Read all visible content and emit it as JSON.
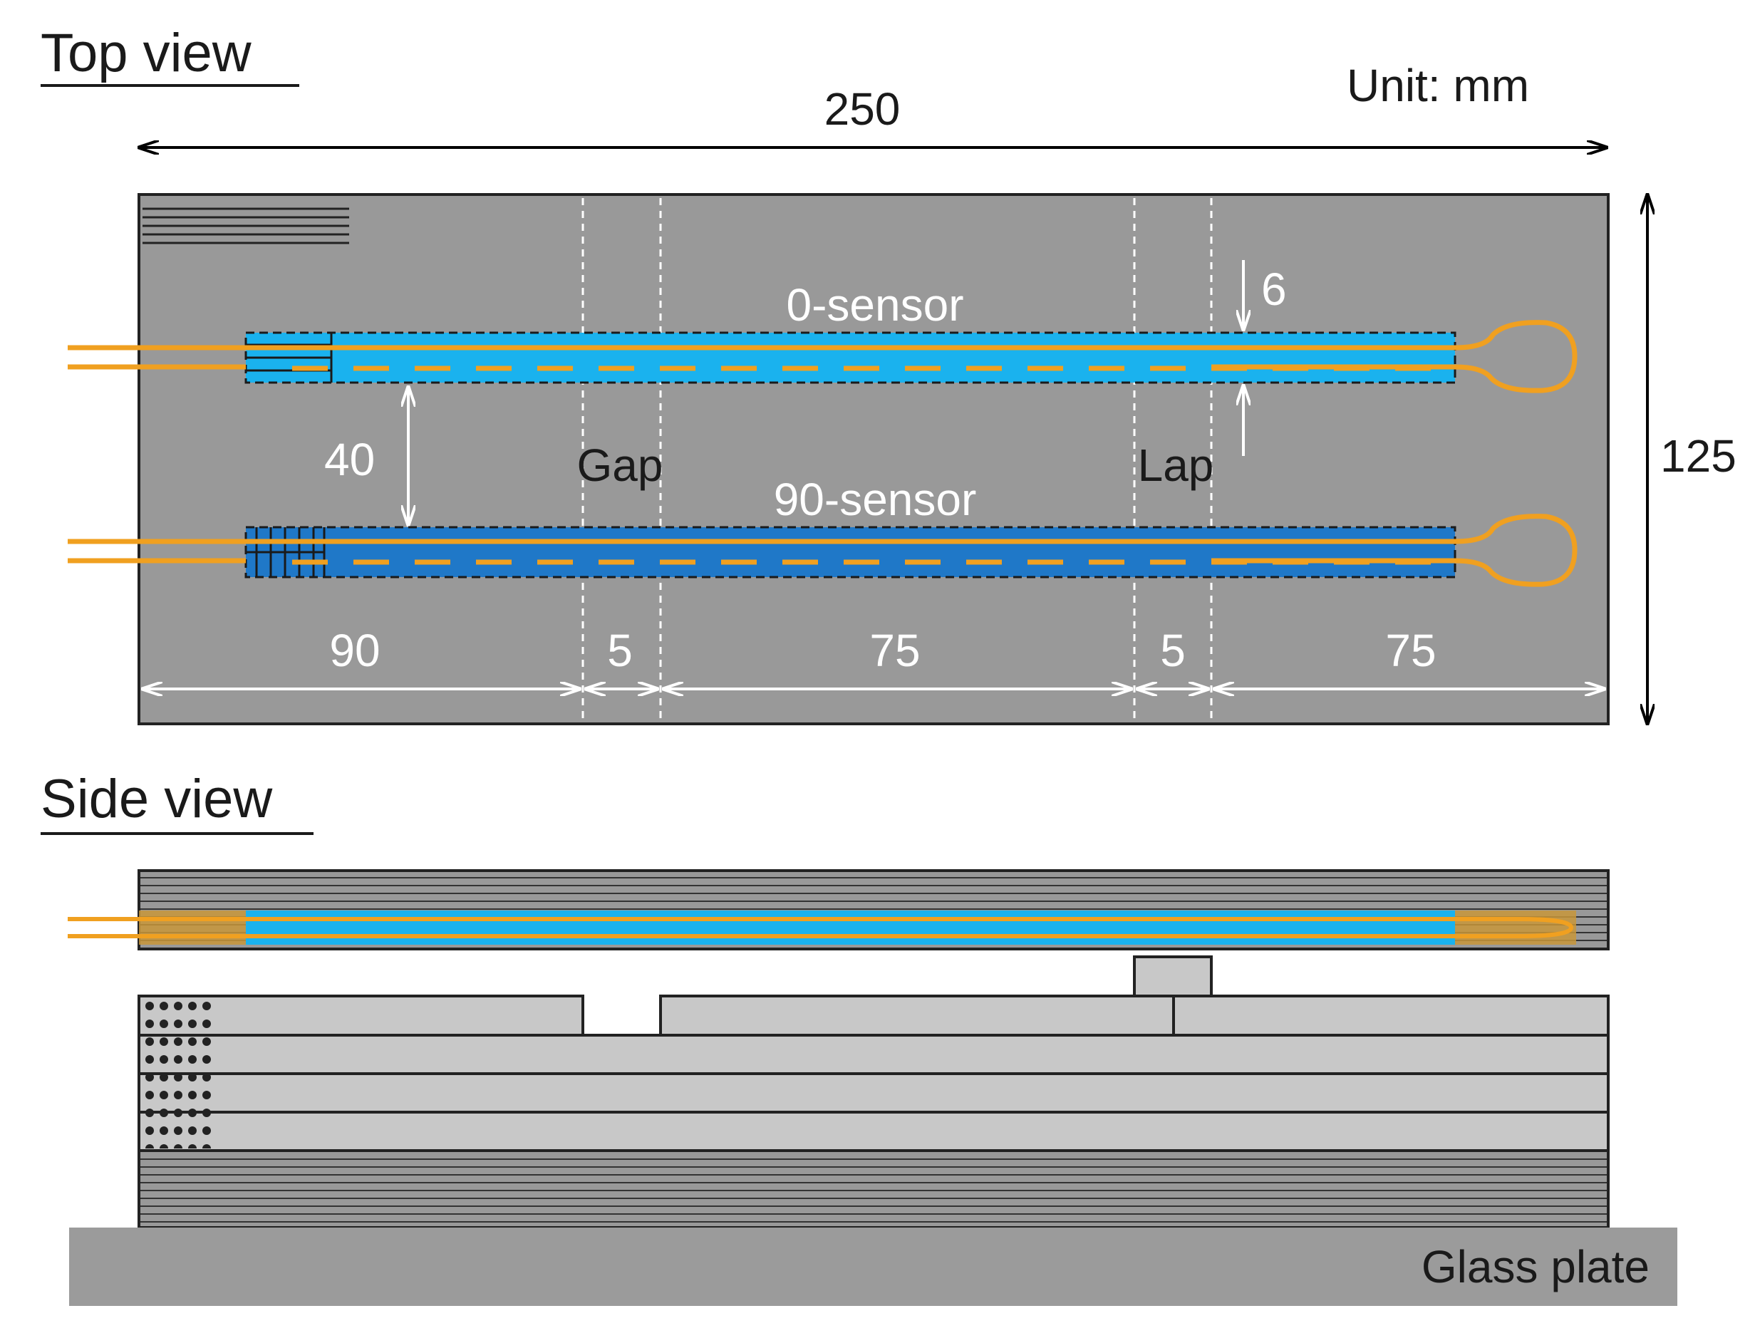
{
  "top_view": {
    "title": "Top view",
    "unit_label": "Unit: mm",
    "overall_length": "250",
    "overall_width": "125",
    "sensor_0_label": "0-sensor",
    "sensor_90_label": "90-sensor",
    "sensor_width": "6",
    "sensor_spacing": "40",
    "gap_label": "Gap",
    "lap_label": "Lap",
    "segments": [
      "90",
      "5",
      "75",
      "5",
      "75"
    ]
  },
  "side_view": {
    "title": "Side view",
    "glass_plate_label": "Glass plate"
  },
  "colors": {
    "plate": "#999999",
    "sensor_0_fill": "#1ab2ee",
    "sensor_90_fill": "#1f78c8",
    "fiber": "#f0a020",
    "ply_light": "#c8c8c8",
    "glass": "#9b9b9b"
  }
}
